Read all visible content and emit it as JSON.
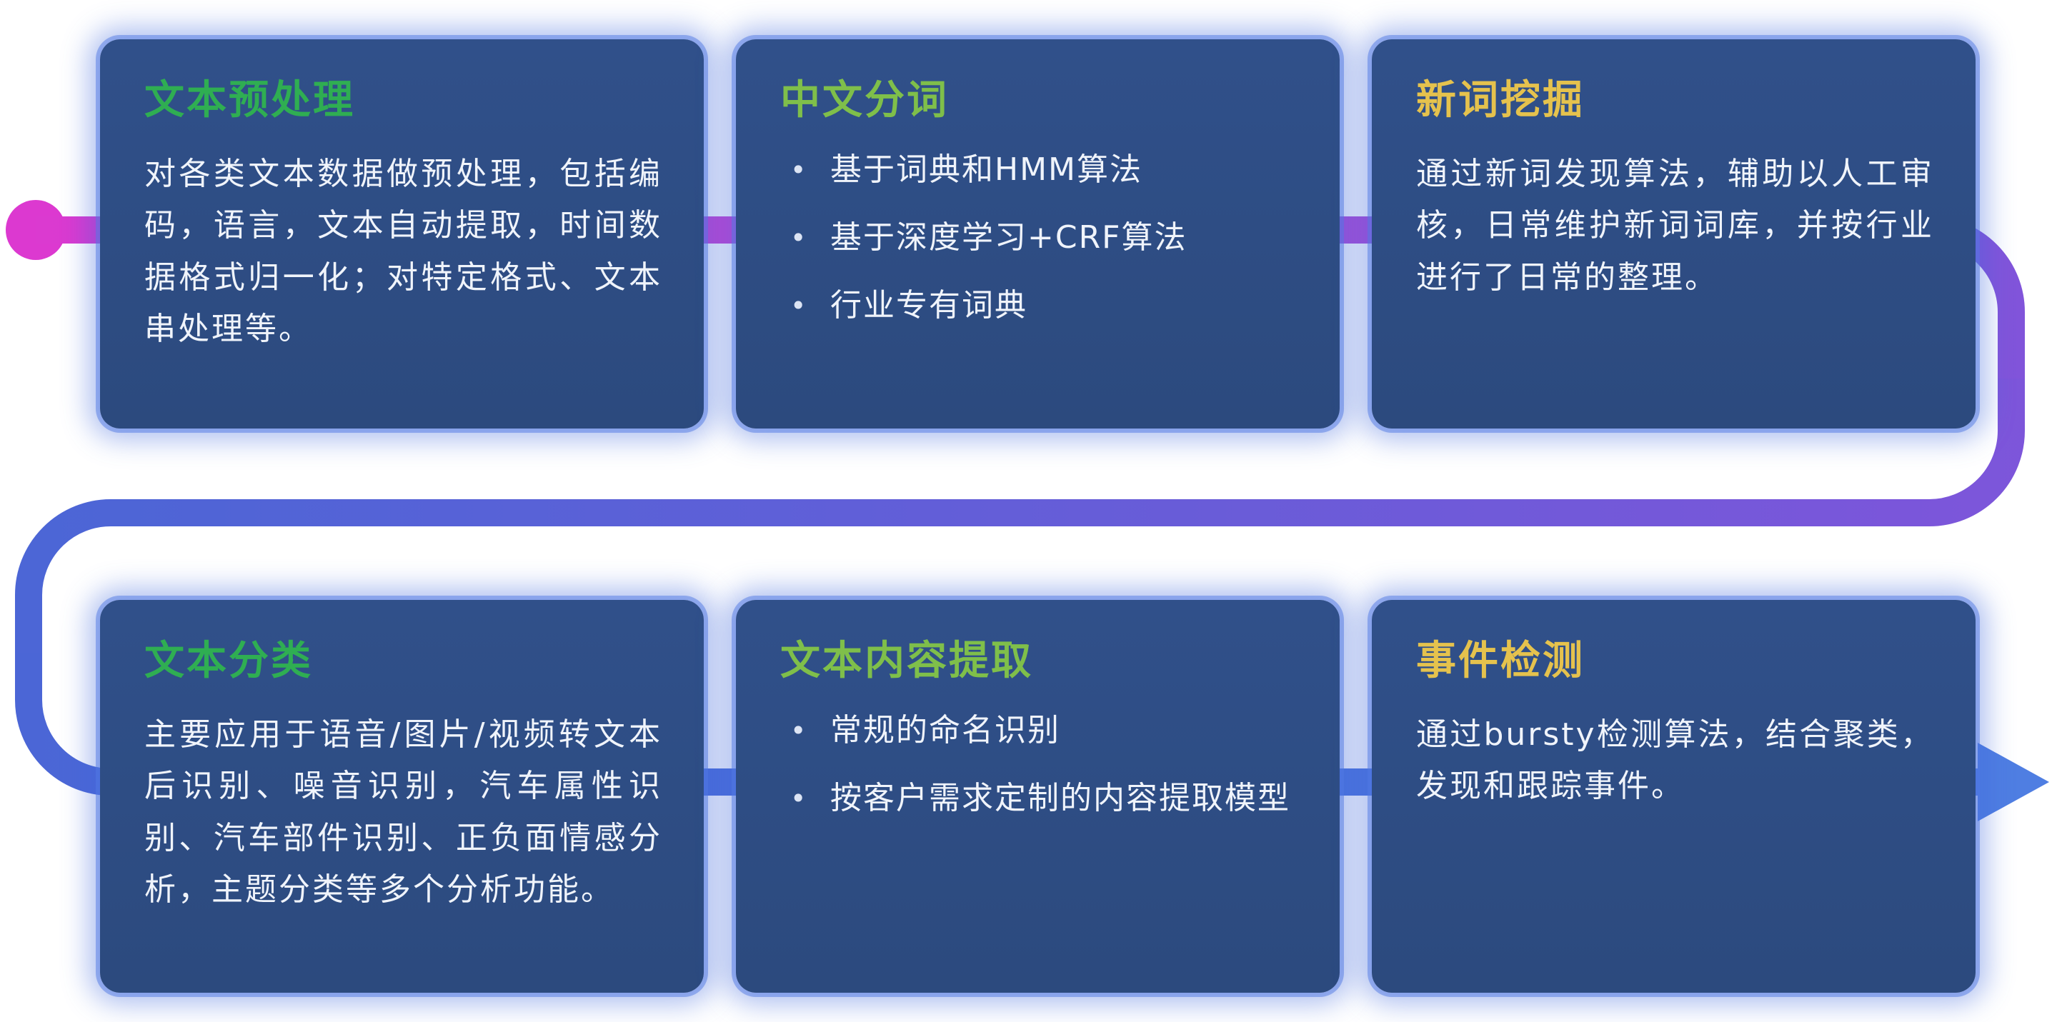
{
  "diagram": {
    "title": "NLP text-processing pipeline",
    "bullet_glyph": "•"
  },
  "flow": {
    "colors": {
      "magenta": "#dc39d0",
      "magenta_mid": "#c04ad6",
      "purple": "#7e55da",
      "blue": "#4b66d6",
      "arrow_blue": "#4f7ee2"
    }
  },
  "cards": [
    {
      "title": "文本预处理",
      "title_color": "#2fae52",
      "body": "对各类文本数据做预处理，包括编码，语言，文本自动提取，时间数据格式归一化；对特定格式、文本串处理等。"
    },
    {
      "title": "中文分词",
      "title_color": "#7fbf4a",
      "bullets": [
        "基于词典和HMM算法",
        "基于深度学习+CRF算法",
        "行业专有词典"
      ]
    },
    {
      "title": "新词挖掘",
      "title_color": "#e5c24d",
      "body": "通过新词发现算法，辅助以人工审核，日常维护新词词库，并按行业进行了日常的整理。"
    },
    {
      "title": "文本分类",
      "title_color": "#2fae52",
      "body": "主要应用于语音/图片/视频转文本后识别、噪音识别，汽车属性识别、汽车部件识别、正负面情感分析，主题分类等多个分析功能。"
    },
    {
      "title": "文本内容提取",
      "title_color": "#7fbf4a",
      "bullets": [
        "常规的命名识别",
        "按客户需求定制的内容提取模型"
      ]
    },
    {
      "title": "事件检测",
      "title_color": "#e5c24d",
      "body": "通过bursty检测算法，结合聚类，发现和跟踪事件。"
    }
  ]
}
